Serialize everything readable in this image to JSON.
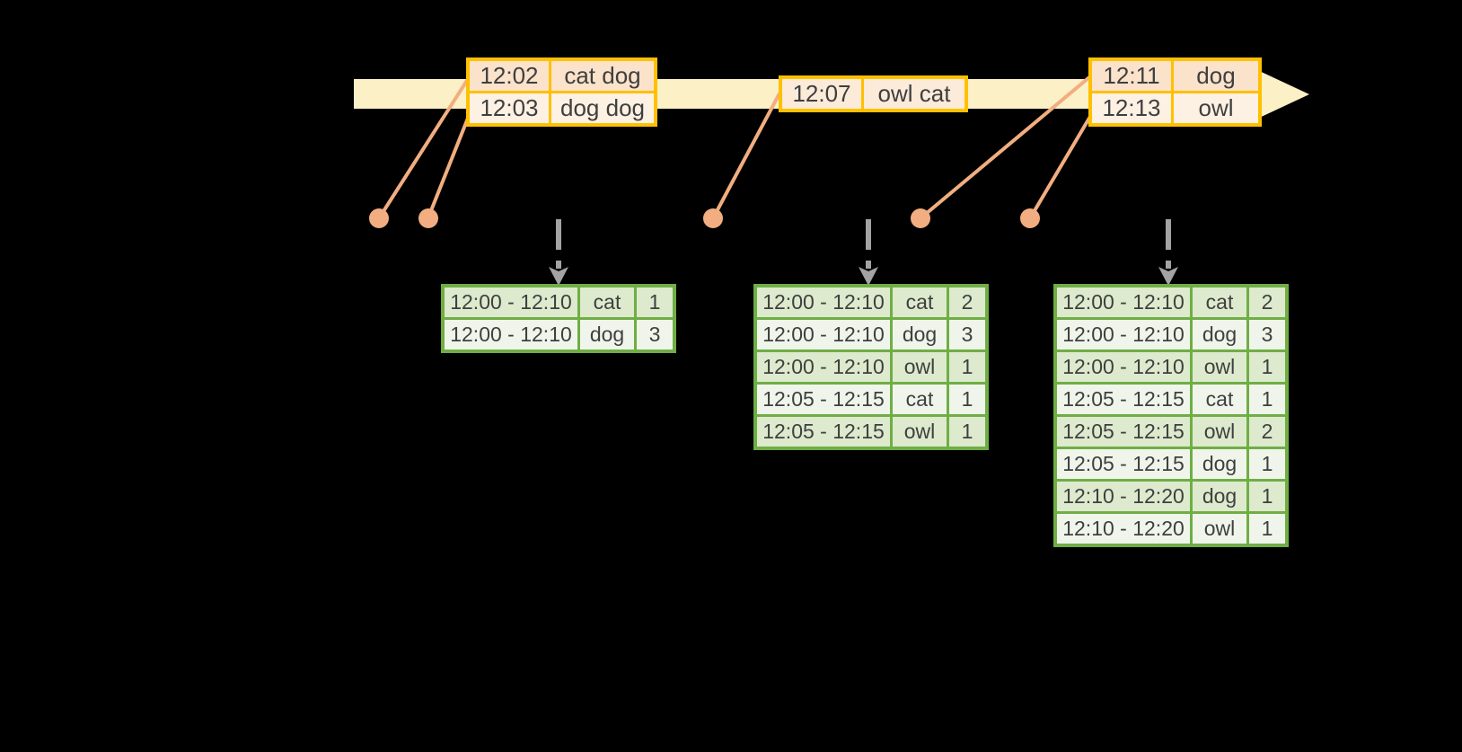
{
  "colors": {
    "background": "#000000",
    "timeline_band": "#FBF0C6",
    "event_table_border": "#FFC000",
    "event_row_fill_dark": "#FBE2CB",
    "event_row_fill_light": "#FDF1E3",
    "event_single_row_fill": "#FCEBD9",
    "connector_salmon": "#F2AE80",
    "trigger_arrow_gray": "#A3A3A3",
    "result_table_border": "#6FAE45",
    "result_row_fill_dark": "#DDEACD",
    "result_row_fill_light": "#F0F5EB",
    "text": "#3F3F3F"
  },
  "event_tables": [
    {
      "rows": [
        {
          "time": "12:02",
          "words": "cat dog"
        },
        {
          "time": "12:03",
          "words": "dog dog"
        }
      ]
    },
    {
      "rows": [
        {
          "time": "12:07",
          "words": "owl cat"
        }
      ]
    },
    {
      "rows": [
        {
          "time": "12:11",
          "words": "dog"
        },
        {
          "time": "12:13",
          "words": "owl"
        }
      ]
    }
  ],
  "result_tables": [
    {
      "rows": [
        {
          "window": "12:00 - 12:10",
          "word": "cat",
          "count": 1
        },
        {
          "window": "12:00 - 12:10",
          "word": "dog",
          "count": 3
        }
      ]
    },
    {
      "rows": [
        {
          "window": "12:00 - 12:10",
          "word": "cat",
          "count": 2
        },
        {
          "window": "12:00 - 12:10",
          "word": "dog",
          "count": 3
        },
        {
          "window": "12:00 - 12:10",
          "word": "owl",
          "count": 1
        },
        {
          "window": "12:05 - 12:15",
          "word": "cat",
          "count": 1
        },
        {
          "window": "12:05 - 12:15",
          "word": "owl",
          "count": 1
        }
      ]
    },
    {
      "rows": [
        {
          "window": "12:00 - 12:10",
          "word": "cat",
          "count": 2
        },
        {
          "window": "12:00 - 12:10",
          "word": "dog",
          "count": 3
        },
        {
          "window": "12:00 - 12:10",
          "word": "owl",
          "count": 1
        },
        {
          "window": "12:05 - 12:15",
          "word": "cat",
          "count": 1
        },
        {
          "window": "12:05 - 12:15",
          "word": "owl",
          "count": 2
        },
        {
          "window": "12:05 - 12:15",
          "word": "dog",
          "count": 1
        },
        {
          "window": "12:10 - 12:20",
          "word": "dog",
          "count": 1
        },
        {
          "window": "12:10 - 12:20",
          "word": "owl",
          "count": 1
        }
      ]
    }
  ]
}
